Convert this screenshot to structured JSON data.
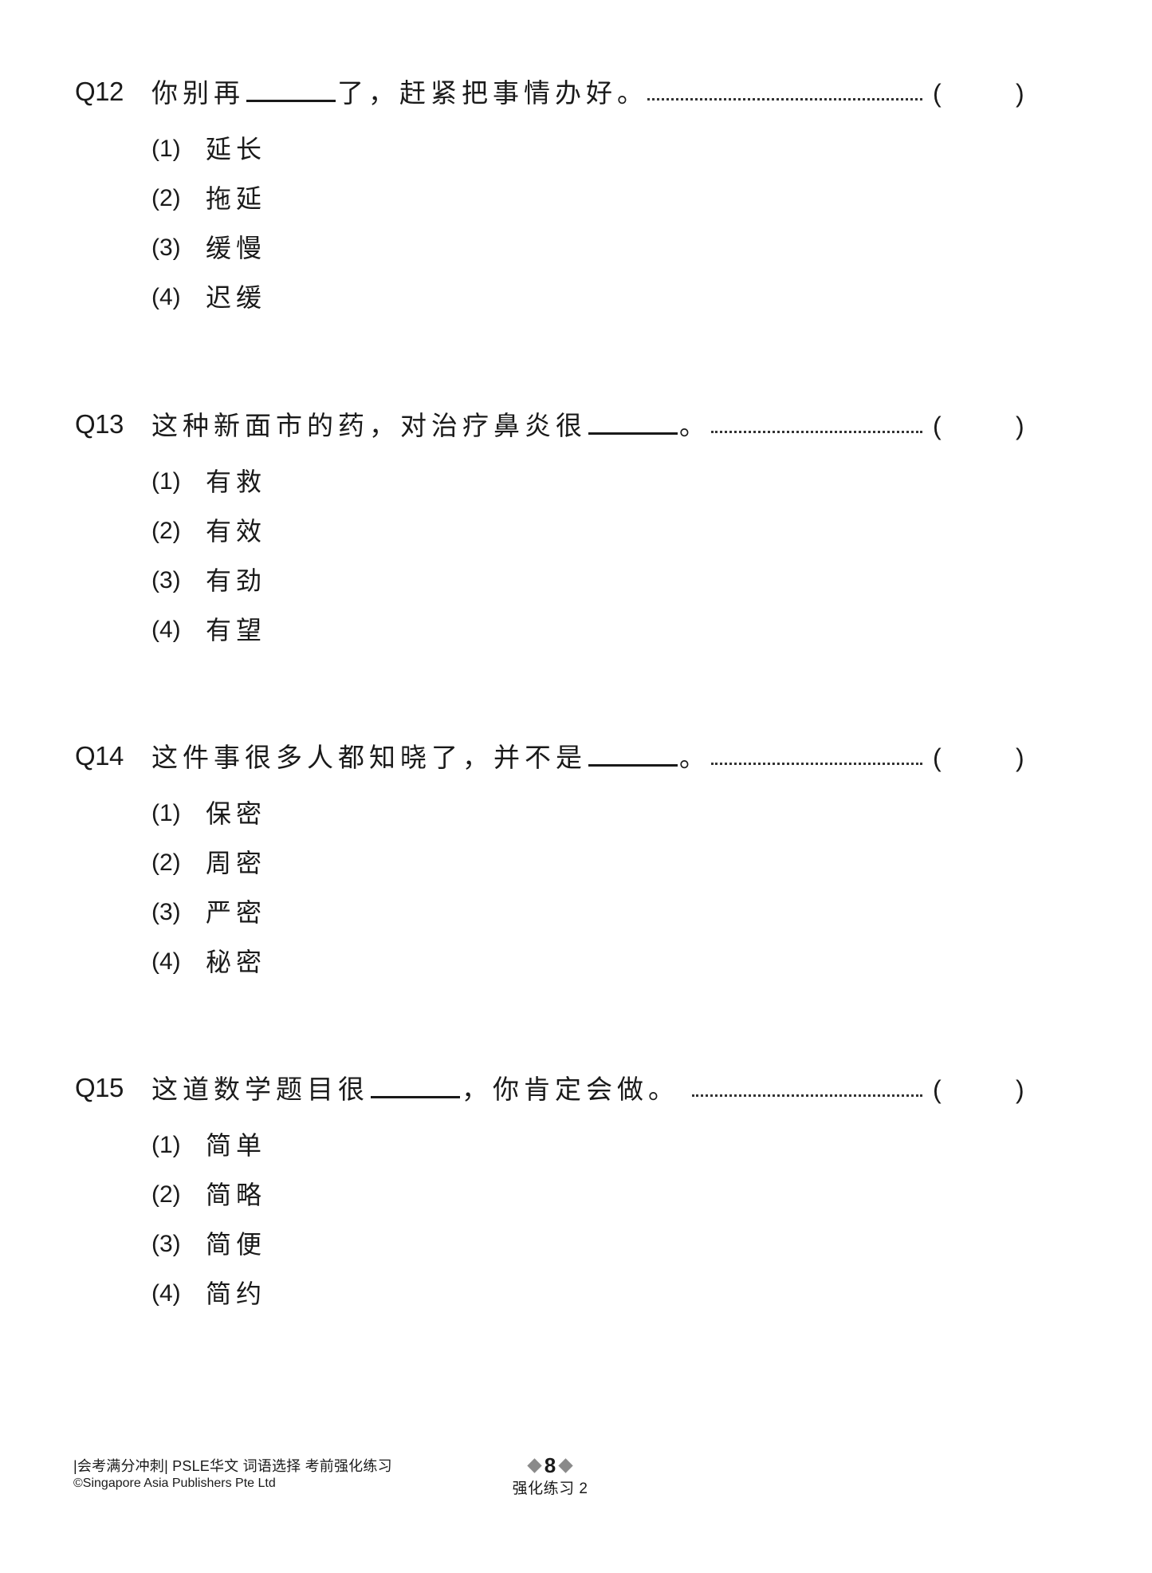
{
  "questions": [
    {
      "number": "Q12",
      "stem_before": "你别再",
      "stem_after": "了，赶紧把事情办好。",
      "answer_open": "(",
      "answer_close": ")",
      "options": [
        {
          "label": "(1)",
          "text": "延长"
        },
        {
          "label": "(2)",
          "text": "拖延"
        },
        {
          "label": "(3)",
          "text": "缓慢"
        },
        {
          "label": "(4)",
          "text": "迟缓"
        }
      ]
    },
    {
      "number": "Q13",
      "stem_before": "这种新面市的药，对治疗鼻炎很",
      "stem_after": "。",
      "answer_open": "(",
      "answer_close": ")",
      "options": [
        {
          "label": "(1)",
          "text": "有救"
        },
        {
          "label": "(2)",
          "text": "有效"
        },
        {
          "label": "(3)",
          "text": "有劲"
        },
        {
          "label": "(4)",
          "text": "有望"
        }
      ]
    },
    {
      "number": "Q14",
      "stem_before": "这件事很多人都知晓了，并不是",
      "stem_after": "。",
      "answer_open": "(",
      "answer_close": ")",
      "options": [
        {
          "label": "(1)",
          "text": "保密"
        },
        {
          "label": "(2)",
          "text": "周密"
        },
        {
          "label": "(3)",
          "text": "严密"
        },
        {
          "label": "(4)",
          "text": "秘密"
        }
      ]
    },
    {
      "number": "Q15",
      "stem_before": "这道数学题目很",
      "stem_after": "，你肯定会做。",
      "answer_open": "(",
      "answer_close": ")",
      "options": [
        {
          "label": "(1)",
          "text": "简单"
        },
        {
          "label": "(2)",
          "text": "简略"
        },
        {
          "label": "(3)",
          "text": "简便"
        },
        {
          "label": "(4)",
          "text": "简约"
        }
      ]
    }
  ],
  "footer": {
    "book_title": "|会考满分冲刺| PSLE华文 词语选择 考前强化练习",
    "copyright": "©Singapore Asia Publishers Pte Ltd",
    "page_number": "8",
    "section": "强化练习 2"
  }
}
